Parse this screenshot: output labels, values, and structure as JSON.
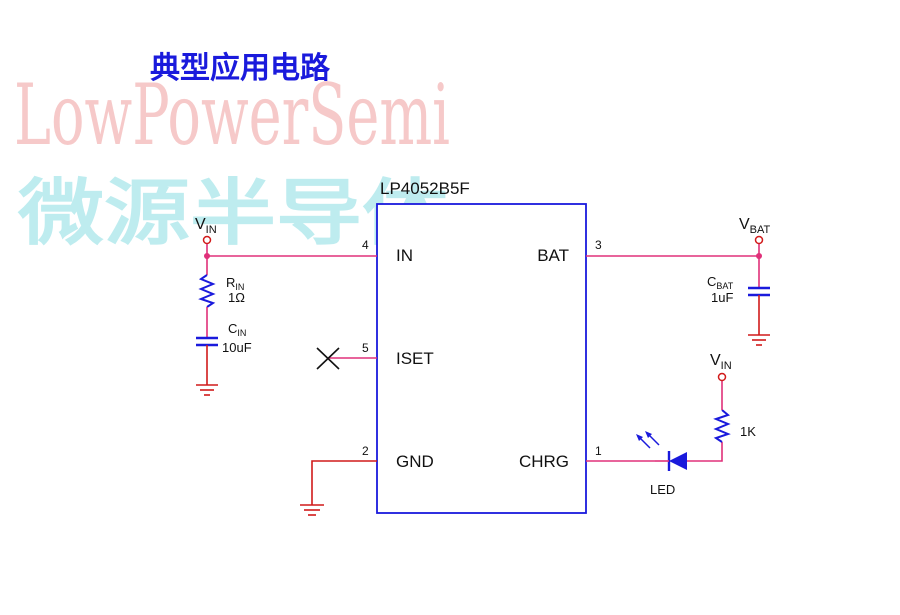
{
  "title": "典型应用电路",
  "watermark": {
    "latin": "LowPowerSemi",
    "cjk": "微源半导体"
  },
  "chip": {
    "part_number": "LP4052B5F",
    "pins": {
      "in": {
        "name": "IN",
        "number": "4"
      },
      "iset": {
        "name": "ISET",
        "number": "5"
      },
      "gnd": {
        "name": "GND",
        "number": "2"
      },
      "bat": {
        "name": "BAT",
        "number": "3"
      },
      "chrg": {
        "name": "CHRG",
        "number": "1"
      }
    }
  },
  "components": {
    "rin": {
      "ref": "R",
      "ref_sub": "IN",
      "value": "1Ω"
    },
    "cin": {
      "ref": "C",
      "ref_sub": "IN",
      "value": "10uF"
    },
    "cbat": {
      "ref": "C",
      "ref_sub": "BAT",
      "value": "1uF"
    },
    "r_led": {
      "value": "1K"
    },
    "led": {
      "label": "LED"
    }
  },
  "nets": {
    "vin_left": {
      "main": "V",
      "sub": "IN"
    },
    "vin_right": {
      "main": "V",
      "sub": "IN"
    },
    "vbat": {
      "main": "V",
      "sub": "BAT"
    }
  },
  "colors": {
    "title": "#1a1adc",
    "wire": "#e0307a",
    "ground": "#d11a1a",
    "component": "#1a1adc",
    "watermark_latin": "#f3b7b7",
    "watermark_cjk": "#a9e6ea"
  },
  "icons": [
    "ground-icon",
    "led-icon",
    "no-connect-icon",
    "resistor-icon",
    "capacitor-icon"
  ]
}
